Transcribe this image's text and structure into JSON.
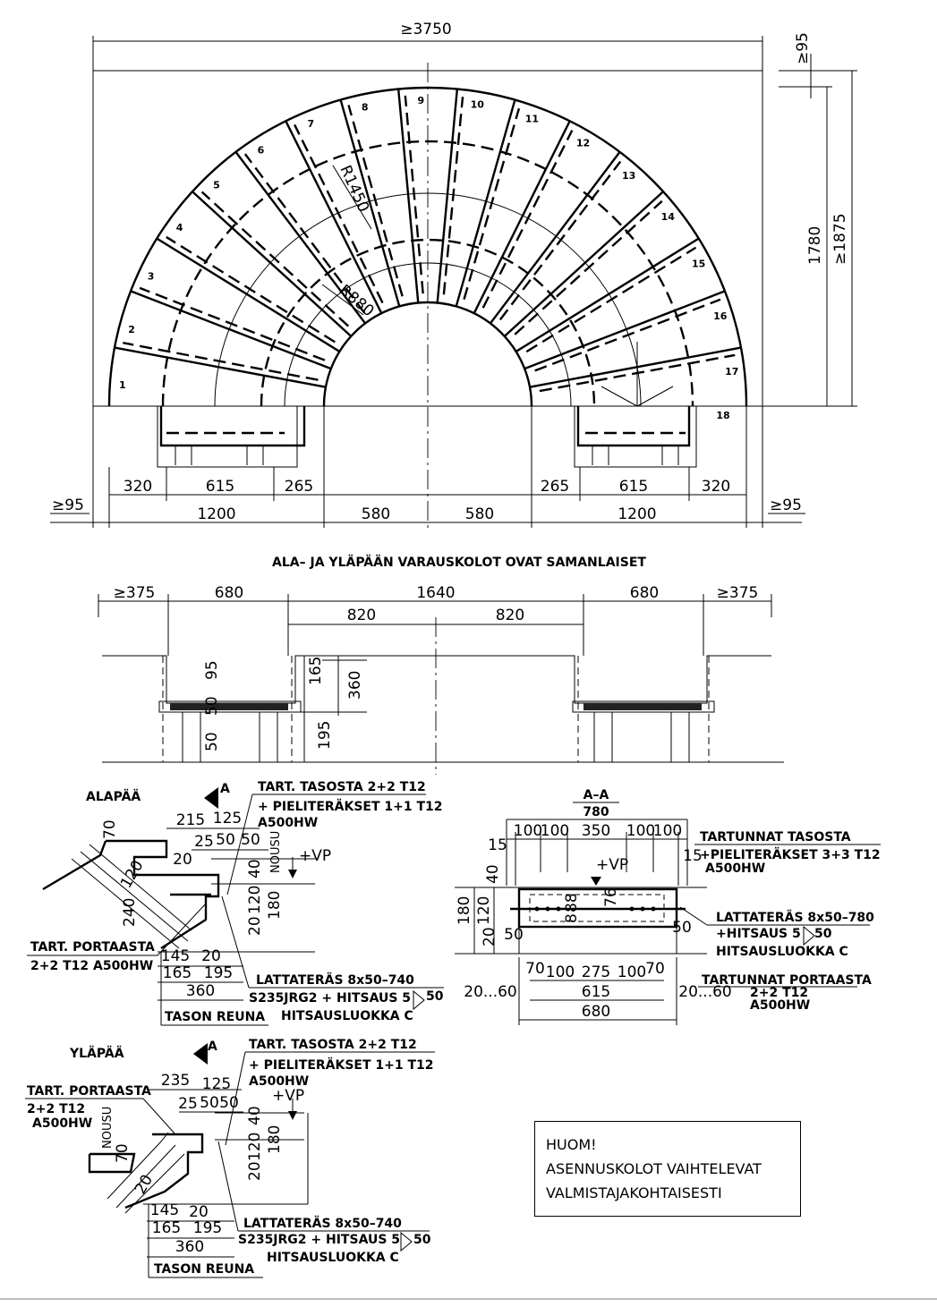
{
  "plan": {
    "overall_width": "≥3750",
    "top_margin": "≥95",
    "height_inner": "1780",
    "height_total": "≥1875",
    "radius_outer": "R1450",
    "radius_inner": "R880",
    "step_numbers": [
      "1",
      "2",
      "3",
      "4",
      "5",
      "6",
      "7",
      "8",
      "9",
      "10",
      "11",
      "12",
      "13",
      "14",
      "15",
      "16",
      "17",
      "18"
    ],
    "dims_row1": [
      "320",
      "615",
      "265",
      "265",
      "615",
      "320"
    ],
    "dims_row2": [
      "1200",
      "580",
      "580",
      "1200"
    ],
    "side_margin_left": "≥95",
    "side_margin_right": "≥95"
  },
  "section_note": "ALA– JA YLÄPÄÄN VARAUSKOLOT OVAT SAMANLAISET",
  "elevation": {
    "dims_top": [
      "≥375",
      "680",
      "1640",
      "680",
      "≥375"
    ],
    "dims_mid": [
      "820",
      "820"
    ],
    "v_dims": [
      "95",
      "50",
      "50",
      "165",
      "360",
      "195"
    ]
  },
  "alapaa": {
    "title": "ALAPÄÄ",
    "section_mark": "A",
    "tart_tasosta": [
      "TART. TASOSTA 2+2 T12",
      "+ PIELITERÄKSET 1+1 T12",
      "A500HW"
    ],
    "dims": [
      "215",
      "125",
      "25",
      "50",
      "50",
      "20",
      "70",
      "120",
      "240",
      "NOUSU",
      "+VP",
      "40",
      "120",
      "20",
      "180",
      "145",
      "20",
      "165",
      "195",
      "360"
    ],
    "tart_portaasta": [
      "TART. PORTAASTA",
      "2+2 T12 A500HW"
    ],
    "lattateras": [
      "LATTATERÄS 8x50–740",
      "S235JRG2 + HITSAUS 5",
      "50",
      "HITSAUSLUOKKA C"
    ],
    "tason_reuna": "TASON REUNA"
  },
  "ylapaa": {
    "title": "YLÄPÄÄ",
    "section_mark": "A",
    "tart_tasosta": [
      "TART. TASOSTA 2+2 T12",
      "+ PIELITERÄKSET 1+1 T12",
      "A500HW"
    ],
    "dims": [
      "235",
      "125",
      "25",
      "50",
      "50",
      "20",
      "70",
      "NOUSU",
      "+VP",
      "40",
      "120",
      "20",
      "180",
      "145",
      "20",
      "165",
      "195",
      "360"
    ],
    "tart_portaasta": [
      "TART. PORTAASTA",
      "2+2 T12",
      "A500HW"
    ],
    "lattateras": [
      "LATTATERÄS 8x50–740",
      "S235JRG2 + HITSAUS 5",
      "50",
      "HITSAUSLUOKKA C"
    ],
    "tason_reuna": "TASON REUNA"
  },
  "section_aa": {
    "title": "A–A",
    "width": "780",
    "dims_top": [
      "15",
      "100",
      "100",
      "350",
      "100",
      "100",
      "15"
    ],
    "vp": "+VP",
    "tartunnat_tasosta": [
      "TARTUNNAT TASOSTA",
      "+PIELITERÄKSET 3+3 T12",
      "A500HW"
    ],
    "v_dims": [
      "40",
      "180",
      "120",
      "20",
      "50",
      "88",
      "8",
      "76",
      "50"
    ],
    "lattateras": [
      "LATTATERÄS 8x50–780",
      "+HITSAUS 5",
      "50",
      "HITSAUSLUOKKA C"
    ],
    "dims_bottom": [
      "70",
      "100",
      "275",
      "100",
      "70",
      "615",
      "680",
      "20...60",
      "20...60"
    ],
    "tartunnat_portaasta": [
      "TARTUNNAT PORTAASTA",
      "2+2 T12",
      "A500HW"
    ]
  },
  "note": {
    "title": "HUOM!",
    "line1": "ASENNUSKOLOT VAIHTELEVAT",
    "line2": "VALMISTAJAKOHTAISESTI"
  }
}
